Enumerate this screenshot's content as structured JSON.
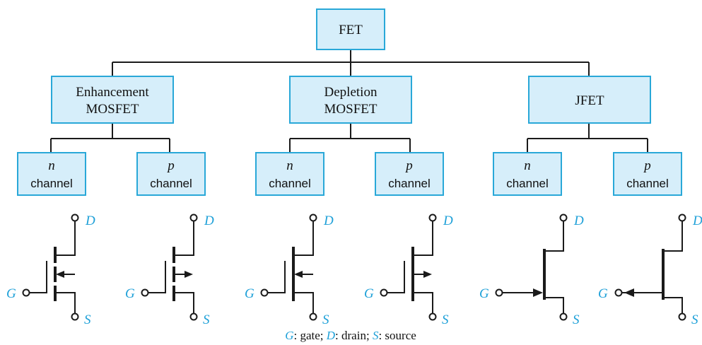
{
  "root": {
    "label": "FET"
  },
  "categories": [
    {
      "line1": "Enhancement",
      "line2": "MOSFET"
    },
    {
      "line1": "Depletion",
      "line2": "MOSFET"
    },
    {
      "line1": "JFET",
      "line2": ""
    }
  ],
  "channels": [
    {
      "type": "n",
      "word": "channel"
    },
    {
      "type": "p",
      "word": "channel"
    },
    {
      "type": "n",
      "word": "channel"
    },
    {
      "type": "p",
      "word": "channel"
    },
    {
      "type": "n",
      "word": "channel"
    },
    {
      "type": "p",
      "word": "channel"
    }
  ],
  "pins": {
    "gate": "G",
    "drain": "D",
    "source": "S"
  },
  "caption": {
    "g": "G",
    "g_text": ": gate; ",
    "d": "D",
    "d_text": ": drain; ",
    "s": "S",
    "s_text": ": source"
  },
  "colors": {
    "box_fill": "#d6eefa",
    "box_border": "#29a8d8",
    "pin_label": "#1ea0d8",
    "line": "#1a1a1a"
  }
}
